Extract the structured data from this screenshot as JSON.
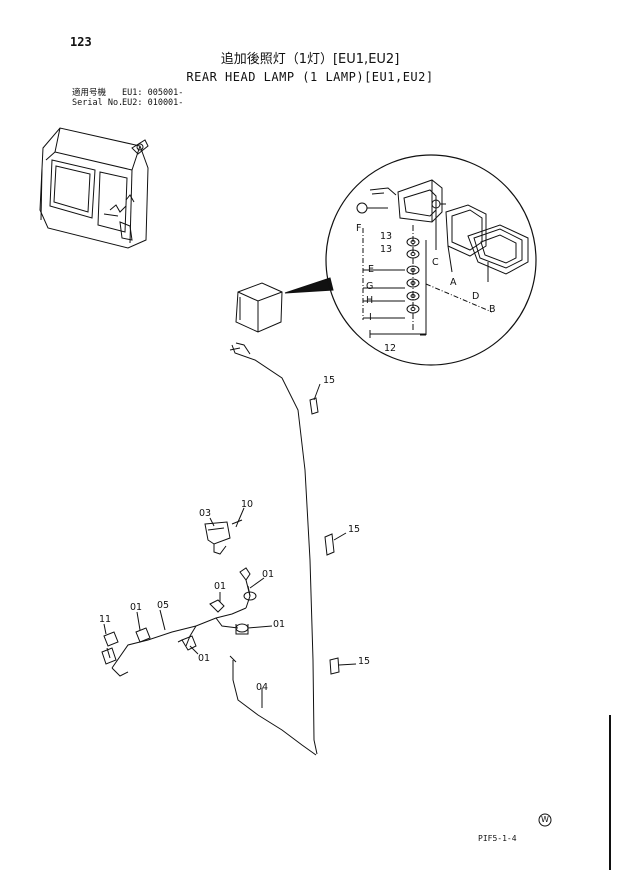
{
  "header": {
    "page_number": "123",
    "title_jp": "追加後照灯（1灯）[EU1,EU2]",
    "title_en": "REAR HEAD LAMP (1 LAMP)[EU1,EU2]",
    "serial_label_jp": "適用号機",
    "serial_label_en": "Serial No.",
    "serial_eu1": "EU1: 005001-",
    "serial_eu2": "EU2: 010001-"
  },
  "detail_labels": {
    "F": "F",
    "13a": "13",
    "13b": "13",
    "E": "E",
    "G": "G",
    "H": "H",
    "I": "I",
    "C": "C",
    "A": "A",
    "D": "D",
    "B": "B",
    "12": "12"
  },
  "part_labels": {
    "p15a": "15",
    "p15b": "15",
    "p15c": "15",
    "p10": "10",
    "p03": "03",
    "p01a": "01",
    "p01b": "01",
    "p01c": "01",
    "p01d": "01",
    "p01e": "01",
    "p05": "05",
    "p11": "11",
    "p04": "04"
  },
  "footer": {
    "code": "PIF5-1-4",
    "mark": "W"
  }
}
